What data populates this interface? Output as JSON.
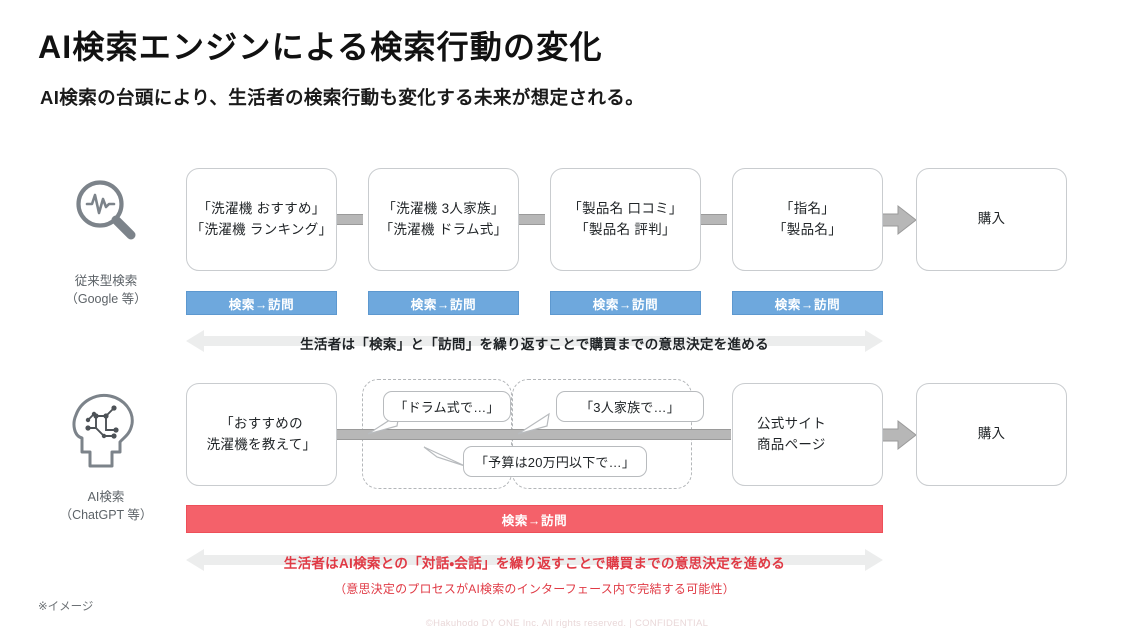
{
  "slide": {
    "title": "AI検索エンジンによる検索行動の変化",
    "subtitle": "AI検索の台頭により、生活者の検索行動も変化する未来が想定される。",
    "image_note": "※イメージ",
    "footer": "©Hakuhodo DY ONE Inc. All rights reserved. | CONFIDENTIAL"
  },
  "colors": {
    "blue_bar": "#6EA8DD",
    "red_bar": "#F4616A",
    "red_text": "#E03A45",
    "connector_gray": "#B7B7B7",
    "box_border": "#C9CCCF"
  },
  "rows": [
    {
      "id": "traditional",
      "icon": "magnifier-pulse-icon",
      "label_line1": "従来型検索",
      "label_line2": "（Google 等）",
      "boxes": [
        {
          "line1": "「洗濯機 おすすめ」",
          "line2": "「洗濯機 ランキング」"
        },
        {
          "line1": "「洗濯機 3人家族」",
          "line2": "「洗濯機 ドラム式」"
        },
        {
          "line1": "「製品名 口コミ」",
          "line2": "「製品名 評判」"
        },
        {
          "line1": "「指名」",
          "line2": "「製品名」"
        },
        {
          "line1": "購入",
          "line2": ""
        }
      ],
      "stage_bars": [
        {
          "label": "検索→訪問"
        },
        {
          "label": "検索→訪問"
        },
        {
          "label": "検索→訪問"
        },
        {
          "label": "検索→訪問"
        }
      ],
      "summary": "生活者は「検索」と「訪問」を繰り返すことで購買までの意思決定を進める"
    },
    {
      "id": "ai-search",
      "icon": "ai-head-circuit-icon",
      "label_line1": "AI検索",
      "label_line2": "（ChatGPT 等）",
      "boxes": [
        {
          "line1": "「おすすめの",
          "line2": "洗濯機を教えて」"
        },
        {
          "line1": "公式サイト",
          "line2": "商品ページ"
        },
        {
          "line1": "購入",
          "line2": ""
        }
      ],
      "bubbles": [
        {
          "text": "「ドラム式で…」"
        },
        {
          "text": "「3人家族で…」"
        },
        {
          "text": "「予算は20万円以下で…」"
        }
      ],
      "stage_bars": [
        {
          "label": "検索→訪問"
        }
      ],
      "summary": "生活者はAI検索との「対話・会話」を繰り返すことで購買までの意思決定を進める",
      "sub_note": "（意思決定のプロセスがAI検索のインターフェース内で完結する可能性）"
    }
  ]
}
